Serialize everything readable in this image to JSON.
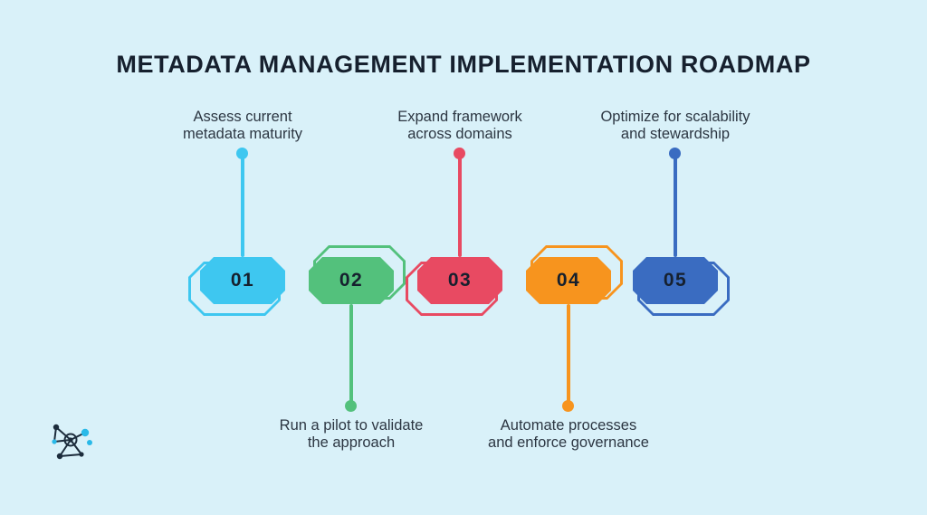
{
  "title": "METADATA MANAGEMENT IMPLEMENTATION ROADMAP",
  "background_color": "#d9f1f9",
  "steps": [
    {
      "number": "01",
      "label": "Assess current\nmetadata maturity",
      "color": "#3ec7f0",
      "label_position": "top"
    },
    {
      "number": "02",
      "label": "Run a pilot to validate\nthe approach",
      "color": "#53c17c",
      "label_position": "bottom"
    },
    {
      "number": "03",
      "label": "Expand framework\nacross domains",
      "color": "#e84a62",
      "label_position": "top"
    },
    {
      "number": "04",
      "label": "Automate processes\nand enforce governance",
      "color": "#f7941e",
      "label_position": "bottom"
    },
    {
      "number": "05",
      "label": "Optimize for scalability\nand stewardship",
      "color": "#3a6cc1",
      "label_position": "top"
    }
  ],
  "logo": {
    "icon": "network-graph-logo-icon",
    "accent_color": "#29b9e8",
    "line_color": "#1c2c3c"
  }
}
